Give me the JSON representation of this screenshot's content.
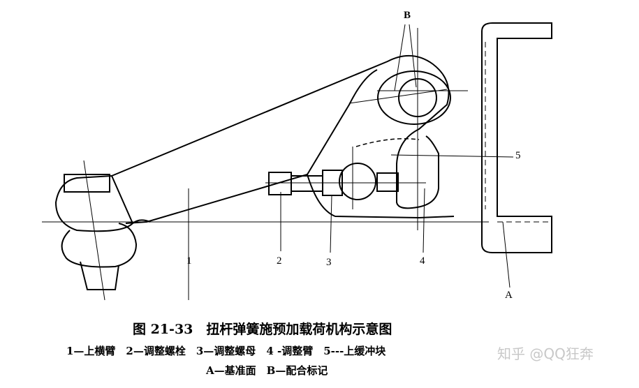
{
  "figure": {
    "labels": {
      "B": "B",
      "n5": "5",
      "n1": "1",
      "n2": "2",
      "n3": "3",
      "n4": "4",
      "A": "A"
    },
    "title": "图 21-33　扭杆弹簧施预加载荷机构示意图",
    "legend_line1": "1—上横臂　2—调整螺栓　3—调整螺母　4 -调整臂　5---上缓冲块",
    "legend_line2": "A—基准面　B—配合标记",
    "watermark": "知乎 @QQ狂奔"
  }
}
